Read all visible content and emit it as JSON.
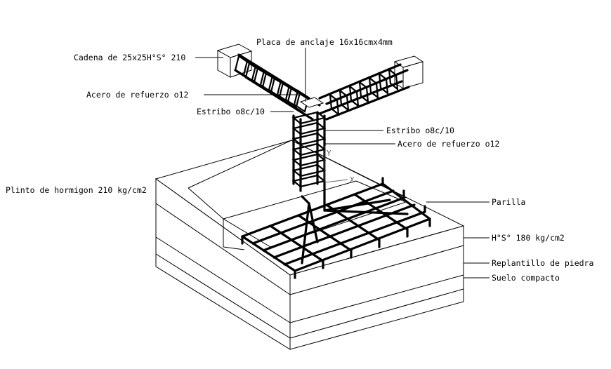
{
  "labels": {
    "placa": "Placa de anclaje 16x16cmx4mm",
    "cadena": "Cadena de 25x25H°S° 210",
    "acero_top": "Acero de refuerzo o12",
    "estribo_top": "Estribo o8c/10",
    "estribo_right": "Estribo o8c/10",
    "acero_right": "Acero de refuerzo o12",
    "plinto": "Plinto de hormigon 210 kg/cm2",
    "parilla": "Parilla",
    "hs": "H°S° 180 kg/cm2",
    "replantillo": "Replantillo de piedra",
    "suelo": "Suelo compacto"
  },
  "axes": {
    "y": "Y",
    "x": "X"
  }
}
